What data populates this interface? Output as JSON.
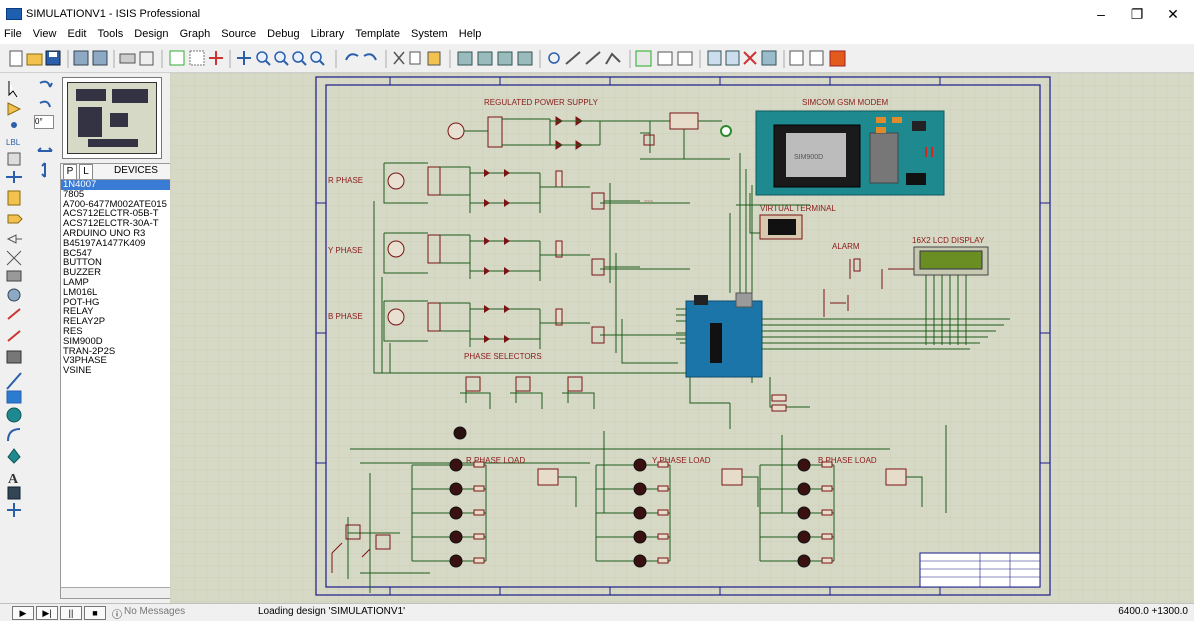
{
  "window": {
    "title": "SIMULATIONV1 - ISIS Professional",
    "minimize": "–",
    "maximize": "❐",
    "close": "✕"
  },
  "menu": [
    "File",
    "View",
    "Edit",
    "Tools",
    "Design",
    "Graph",
    "Source",
    "Debug",
    "Library",
    "Template",
    "System",
    "Help"
  ],
  "devices_panel": {
    "tab_p": "P",
    "tab_l": "L",
    "header": "DEVICES",
    "rotation": "0°",
    "items": [
      "1N4007",
      "7805",
      "A700-6477M002ATE015",
      "ACS712ELCTR-05B-T",
      "ACS712ELCTR-30A-T",
      "ARDUINO UNO R3",
      "B45197A1477K409",
      "BC547",
      "BUTTON",
      "BUZZER",
      "LAMP",
      "LM016L",
      "POT-HG",
      "RELAY",
      "RELAY2P",
      "RES",
      "SIM900D",
      "TRAN-2P2S",
      "V3PHASE",
      "VSINE"
    ],
    "selected_index": 0
  },
  "schematic": {
    "labels": {
      "power_supply": "REGULATED POWER SUPPLY",
      "gsm": "SIMCOM GSM MODEM",
      "vterm": "VIRTUAL TERMINAL",
      "alarm": "ALARM",
      "lcd": "16X2 LCD DISPLAY",
      "r_phase": "R PHASE",
      "y_phase": "Y PHASE",
      "b_phase": "B PHASE",
      "selectors": "PHASE SELECTORS",
      "r_load": "R PHASE LOAD",
      "y_load": "Y PHASE LOAD",
      "b_load": "B PHASE LOAD",
      "simcom_chip": "SIM900D"
    },
    "colors": {
      "background": "#d6d9c5",
      "wire": "#1d5a1d",
      "component": "#7a1414",
      "sheet_border": "#1a1a8a",
      "arduino": "#1b75a8",
      "gsm_board": "#1e8a8f",
      "lcd_screen": "#6b8e23"
    }
  },
  "status": {
    "messages_label": "No Messages",
    "loading": "Loading design 'SIMULATIONV1'",
    "coords": "6400.0  +1300.0"
  }
}
